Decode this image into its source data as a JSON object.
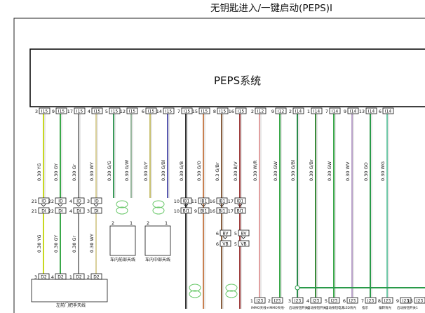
{
  "page": {
    "title": "无钥匙进入/一键启动(PEPS)Ⅰ"
  },
  "module": {
    "label": "PEPS系统"
  },
  "top_connectors": [
    {
      "pin": "3",
      "code": "I15",
      "wire": "0.30 YG",
      "color": "#c8d820"
    },
    {
      "pin": "9",
      "code": "I15",
      "wire": "0.30 GY",
      "color": "#3aa84a"
    },
    {
      "pin": "17",
      "code": "I15",
      "wire": "0.30 Gr",
      "color": "#8a8a8a"
    },
    {
      "pin": "4",
      "code": "I15",
      "wire": "0.30 WY",
      "color": "#d9cf9a"
    },
    {
      "pin": "5",
      "code": "I15",
      "wire": "0.30 G/G",
      "color": "#3a9a5a"
    },
    {
      "pin": "12",
      "code": "I15",
      "wire": "0.30 G/W",
      "color": "#9ab8a0"
    },
    {
      "pin": "6",
      "code": "I15",
      "wire": "0.30 G/Y",
      "color": "#c8c070"
    },
    {
      "pin": "14",
      "code": "I15",
      "wire": "0.30 G/Bl",
      "color": "#5a5ab0"
    },
    {
      "pin": "7",
      "code": "I15",
      "wire": "0.30 G/B",
      "color": "#333333"
    },
    {
      "pin": "15",
      "code": "I15",
      "wire": "0.30 G/O",
      "color": "#c88050"
    },
    {
      "pin": "8",
      "code": "I15",
      "wire": "0.3 G/Br",
      "color": "#8a6040"
    },
    {
      "pin": "16",
      "code": "I15",
      "wire": "0.30 B/V",
      "color": "#a04040"
    },
    {
      "pin": "2",
      "code": "I12",
      "wire": "0.30 W/R",
      "color": "#e0a0a0"
    },
    {
      "pin": "9",
      "code": "I12",
      "wire": "0.30 GW",
      "color": "#3aa84a"
    },
    {
      "pin": "2",
      "code": "I14",
      "wire": "0.30 G/Bl",
      "color": "#2a8a4a"
    },
    {
      "pin": "1",
      "code": "I14",
      "wire": "0.30 G/Br",
      "color": "#3a8a3a"
    },
    {
      "pin": "7",
      "code": "I14",
      "wire": "0.30 GW",
      "color": "#3aa84a"
    },
    {
      "pin": "9",
      "code": "I14",
      "wire": "0.30 WV",
      "color": "#b8a0c8"
    },
    {
      "pin": "13",
      "code": "I14",
      "wire": "0.30 GO",
      "color": "#2a9a4a"
    },
    {
      "pin": "6",
      "code": "I14",
      "wire": "0.30 WG",
      "color": "#70c8a8"
    }
  ],
  "mid_connectors": {
    "id_row": [
      {
        "pin": "21",
        "code": "ID"
      },
      {
        "pin": "22",
        "code": "ID"
      },
      {
        "pin": "4",
        "code": "ID"
      },
      {
        "pin": "3",
        "code": "ID"
      }
    ],
    "di_row": [
      {
        "pin": "21",
        "code": "DI"
      },
      {
        "pin": "22",
        "code": "DI"
      },
      {
        "pin": "4",
        "code": "DI"
      },
      {
        "pin": "3",
        "code": "DI"
      }
    ],
    "ib_row": [
      {
        "pin": "10",
        "code": "IB1"
      },
      {
        "pin": "11",
        "code": "IB1"
      },
      {
        "pin": "16",
        "code": "IB1"
      },
      {
        "pin": "17",
        "code": "IB1"
      }
    ],
    "bi_row": [
      {
        "pin": "10",
        "code": "BI1"
      },
      {
        "pin": "9",
        "code": "BI1"
      },
      {
        "pin": "16",
        "code": "BI1"
      },
      {
        "pin": "17",
        "code": "BI1"
      }
    ],
    "bv": [
      {
        "pin": "6",
        "code": "BV"
      },
      {
        "pin": "5",
        "code": "BV"
      }
    ],
    "vb": [
      {
        "pin": "6",
        "code": "VB"
      },
      {
        "pin": "5",
        "code": "VB"
      }
    ]
  },
  "lower_wires": [
    "0.30 YG",
    "0.30 GY",
    "0.30 Gr",
    "0.30 WY"
  ],
  "d2_connectors": [
    {
      "pin": "3",
      "code": "D2"
    },
    {
      "pin": "4",
      "code": "D2"
    },
    {
      "pin": "1",
      "code": "D2"
    },
    {
      "pin": "2",
      "code": "D2"
    }
  ],
  "antennas": [
    {
      "label": "车内前部天线",
      "pins": [
        "2",
        "1"
      ]
    },
    {
      "label": "车内中部天线",
      "pins": [
        "2",
        "1"
      ]
    }
  ],
  "door_handle": {
    "label": "左前门把手天线"
  },
  "bottom_connectors": [
    {
      "pin": "1",
      "code": "I23",
      "label": "IMMO天线+"
    },
    {
      "pin": "2",
      "code": "I23",
      "label": "IMMO天线-"
    },
    {
      "pin": "3",
      "code": "I23",
      "label": "启动按钮开关2"
    },
    {
      "pin": "4",
      "code": "I23",
      "label": "启动按钮开关1"
    },
    {
      "pin": "5",
      "code": "I23",
      "label": "启动按钮电源"
    },
    {
      "pin": "6",
      "code": "I23",
      "label": "LED背光"
    },
    {
      "pin": "7",
      "code": "I23",
      "label": "指示"
    },
    {
      "pin": "8",
      "code": "I23",
      "label": "偏转背光"
    },
    {
      "pin": "9",
      "code": "I23",
      "label": "启动按钮开关1"
    },
    {
      "pin": "15",
      "code": "I23",
      "label": ""
    }
  ]
}
